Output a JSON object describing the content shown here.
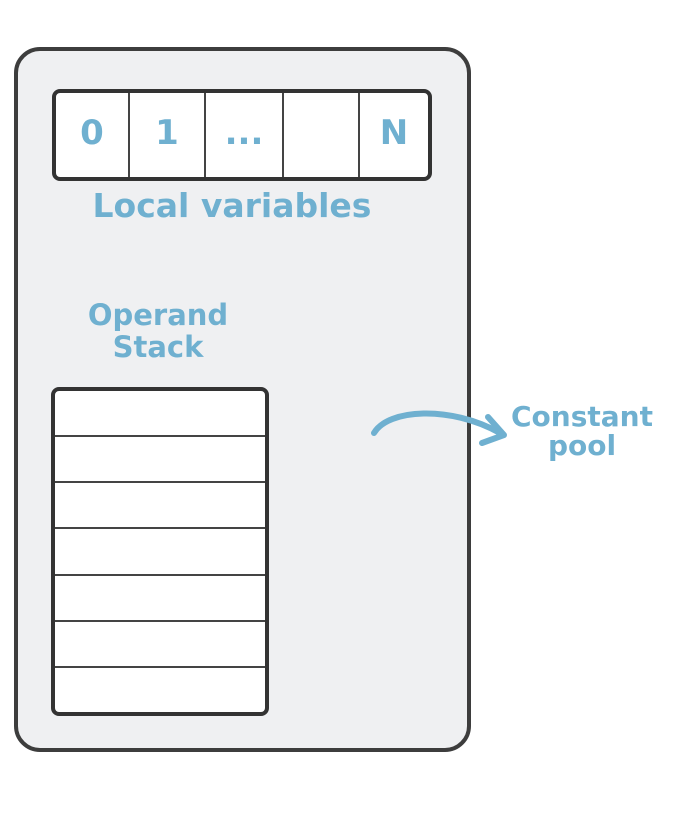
{
  "local_variables": {
    "label": "Local variables",
    "cells": [
      "0",
      "1",
      "...",
      "",
      "N"
    ]
  },
  "operand_stack": {
    "label_line1": "Operand",
    "label_line2": "Stack",
    "slots": 7
  },
  "constant_pool": {
    "label_line1": "Constant",
    "label_line2": "pool"
  },
  "colors": {
    "label_blue": "#6fb0d0",
    "frame_fill": "#eff0f2",
    "outline": "#333333",
    "arrow": "#6fb0d0"
  }
}
